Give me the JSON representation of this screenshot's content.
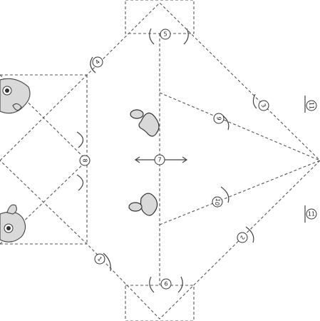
{
  "diagram": {
    "steps": [
      {
        "id": "step-1",
        "label": "1"
      },
      {
        "id": "step-2",
        "label": "2"
      },
      {
        "id": "step-3",
        "label": "3"
      },
      {
        "id": "step-4",
        "label": "4"
      },
      {
        "id": "step-5",
        "label": "5"
      },
      {
        "id": "step-6",
        "label": "6"
      },
      {
        "id": "step-7",
        "label": "7"
      },
      {
        "id": "step-8",
        "label": "8"
      },
      {
        "id": "step-9",
        "label": "9"
      },
      {
        "id": "step-10",
        "label": "10"
      },
      {
        "id": "step-11a",
        "label": "11"
      },
      {
        "id": "step-11b",
        "label": "11"
      }
    ],
    "colors": {
      "background": "#ffffff",
      "fold_line": "#555555",
      "fill_gray": "#d9d9d9",
      "outline": "#333333"
    }
  }
}
